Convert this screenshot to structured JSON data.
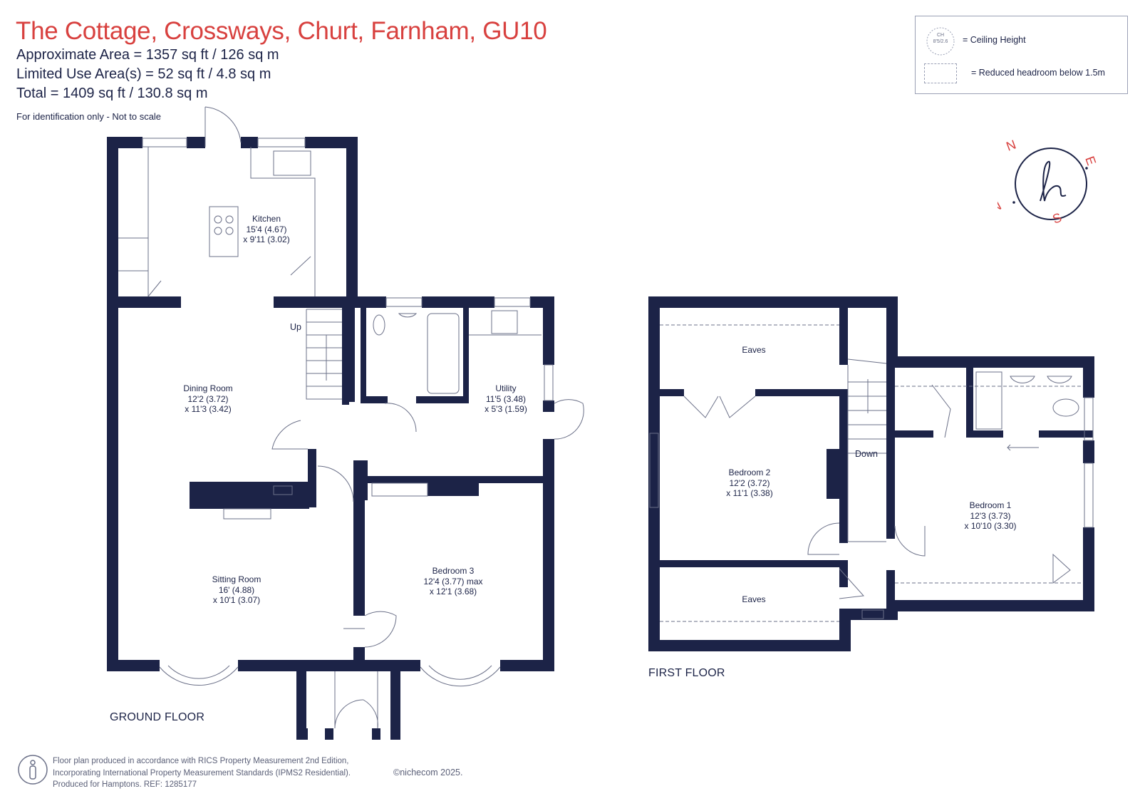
{
  "header": {
    "title": "The Cottage, Crossways, Churt, Farnham, GU10",
    "approx_area": "Approximate Area = 1357 sq ft / 126 sq m",
    "limited_use": "Limited Use Area(s) = 52 sq ft / 4.8 sq m",
    "total": "Total = 1409 sq ft / 130.8 sq m",
    "note": "For identification only - Not to scale"
  },
  "legend": {
    "ceiling_icon_line1": "CH",
    "ceiling_icon_line2": "8'5/2.6",
    "ceiling_height": "= Ceiling Height",
    "reduced_headroom": "= Reduced headroom below 1.5m"
  },
  "compass": {
    "n": "N",
    "e": "E",
    "s": "S",
    "w": "W",
    "logo": "h"
  },
  "ground_floor": {
    "label": "GROUND FLOOR",
    "up_label": "Up",
    "rooms": [
      {
        "id": "kitchen",
        "name": "Kitchen",
        "dim1": "15'4 (4.67)",
        "dim2": "x 9'11 (3.02)"
      },
      {
        "id": "dining",
        "name": "Dining Room",
        "dim1": "12'2 (3.72)",
        "dim2": "x 11'3 (3.42)"
      },
      {
        "id": "utility",
        "name": "Utility",
        "dim1": "11'5 (3.48)",
        "dim2": "x 5'3 (1.59)"
      },
      {
        "id": "sitting",
        "name": "Sitting Room",
        "dim1": "16' (4.88)",
        "dim2": "x 10'1 (3.07)"
      },
      {
        "id": "bedroom3",
        "name": "Bedroom 3",
        "dim1": "12'4 (3.77) max",
        "dim2": "x 12'1 (3.68)"
      }
    ]
  },
  "first_floor": {
    "label": "FIRST FLOOR",
    "down_label": "Down",
    "eaves_label": "Eaves",
    "rooms": [
      {
        "id": "bedroom2",
        "name": "Bedroom 2",
        "dim1": "12'2 (3.72)",
        "dim2": "x 11'1 (3.38)"
      },
      {
        "id": "bedroom1",
        "name": "Bedroom 1",
        "dim1": "12'3 (3.73)",
        "dim2": "x 10'10 (3.30)"
      }
    ]
  },
  "footer": {
    "line1": "Floor plan produced in accordance with RICS Property Measurement 2nd Edition,",
    "line2": "Incorporating International Property Measurement Standards (IPMS2 Residential).",
    "line3": "Produced for Hamptons.   REF: 1285177",
    "copyright": "©nichecom 2025."
  },
  "colors": {
    "wall": "#1c2347",
    "accent": "#d8413f",
    "fixture": "#6b7088",
    "dashed": "#9aa0b5"
  }
}
